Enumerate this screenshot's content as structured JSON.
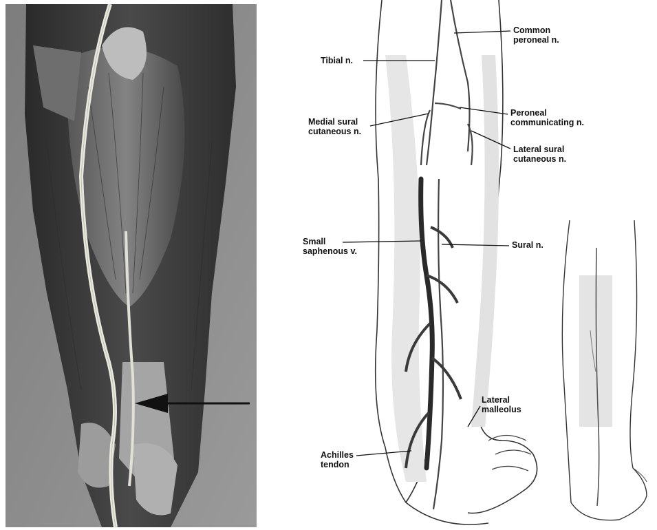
{
  "figure": {
    "photo": {
      "description_hidden": ""
    },
    "labels": {
      "common_peroneal": [
        "Common",
        "peroneal n."
      ],
      "tibial": [
        "Tibial n."
      ],
      "medial_sural": [
        "Medial sural",
        "cutaneous n."
      ],
      "peroneal_communicating": [
        "Peroneal",
        "communicating n."
      ],
      "lateral_sural": [
        "Lateral sural",
        "cutaneous n."
      ],
      "small_saphenous": [
        "Small",
        "saphenous v."
      ],
      "sural": [
        "Sural n."
      ],
      "lateral_malleolus": [
        "Lateral",
        "malleolus"
      ],
      "achilles": [
        "Achilles",
        "tendon"
      ]
    },
    "colors": {
      "photo_bg": "#8a8a8a",
      "muscle_dark": "#3c3c3c",
      "nerve_light": "#e9e9e0",
      "ink": "#111111"
    }
  }
}
